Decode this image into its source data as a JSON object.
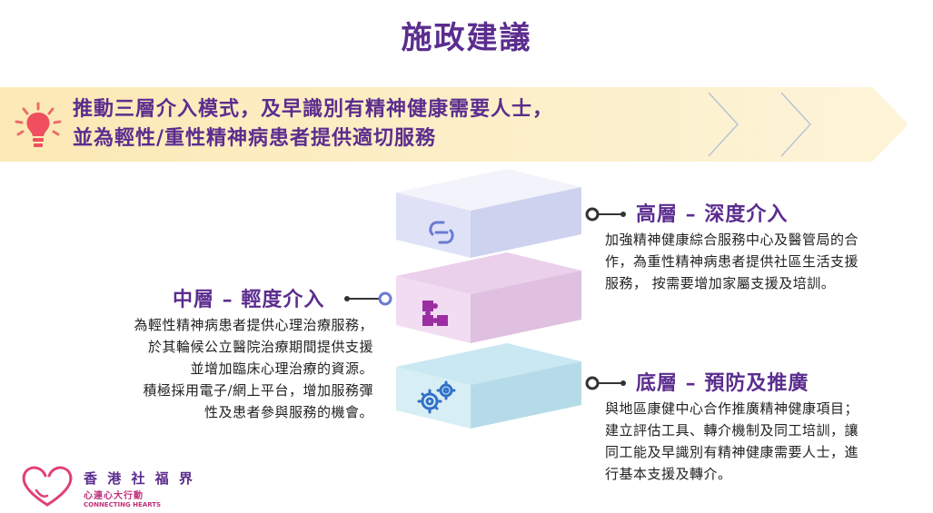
{
  "title": "施政建議",
  "banner": {
    "line1": "推動三層介入模式，及早識別有精神健康需要人士，",
    "line2": "並為輕性/重性精神病患者提供適切服務",
    "icon": "lightbulb-icon"
  },
  "tiers": {
    "high": {
      "title": "高層 – 深度介入",
      "lines": [
        "加強精神健康綜合服務中心及醫管局的合",
        "作，為重性精神病患者提供社區生活支援",
        "服務， 按需要增加家屬支援及培訓。"
      ],
      "icon": "link-icon",
      "color": "#dcdff5"
    },
    "middle": {
      "title": "中層 – 輕度介入",
      "lines": [
        "為輕性精神病患者提供心理治療服務，",
        "於其輪候公立醫院治療期間提供支援",
        "並增加臨床心理治療的資源。",
        "積極採用電子/網上平台，增加服務彈",
        "性及患者參與服務的機會。"
      ],
      "icon": "puzzle-icon",
      "color": "#f0d9f0"
    },
    "base": {
      "title": "底層 – 預防及推廣",
      "lines": [
        "與地區康健中心合作推廣精神健康項目；",
        "建立評估工具、轉介機制及同工培訓，讓",
        "同工能及早識別有精神健康需要人士，進",
        "行基本支援及轉介。"
      ],
      "icon": "gears-icon",
      "color": "#d6eef5"
    }
  },
  "logo": {
    "name": "香 港 社 福 界",
    "slogan": "心連心大行動",
    "english": "CONNECTING HEARTS"
  }
}
